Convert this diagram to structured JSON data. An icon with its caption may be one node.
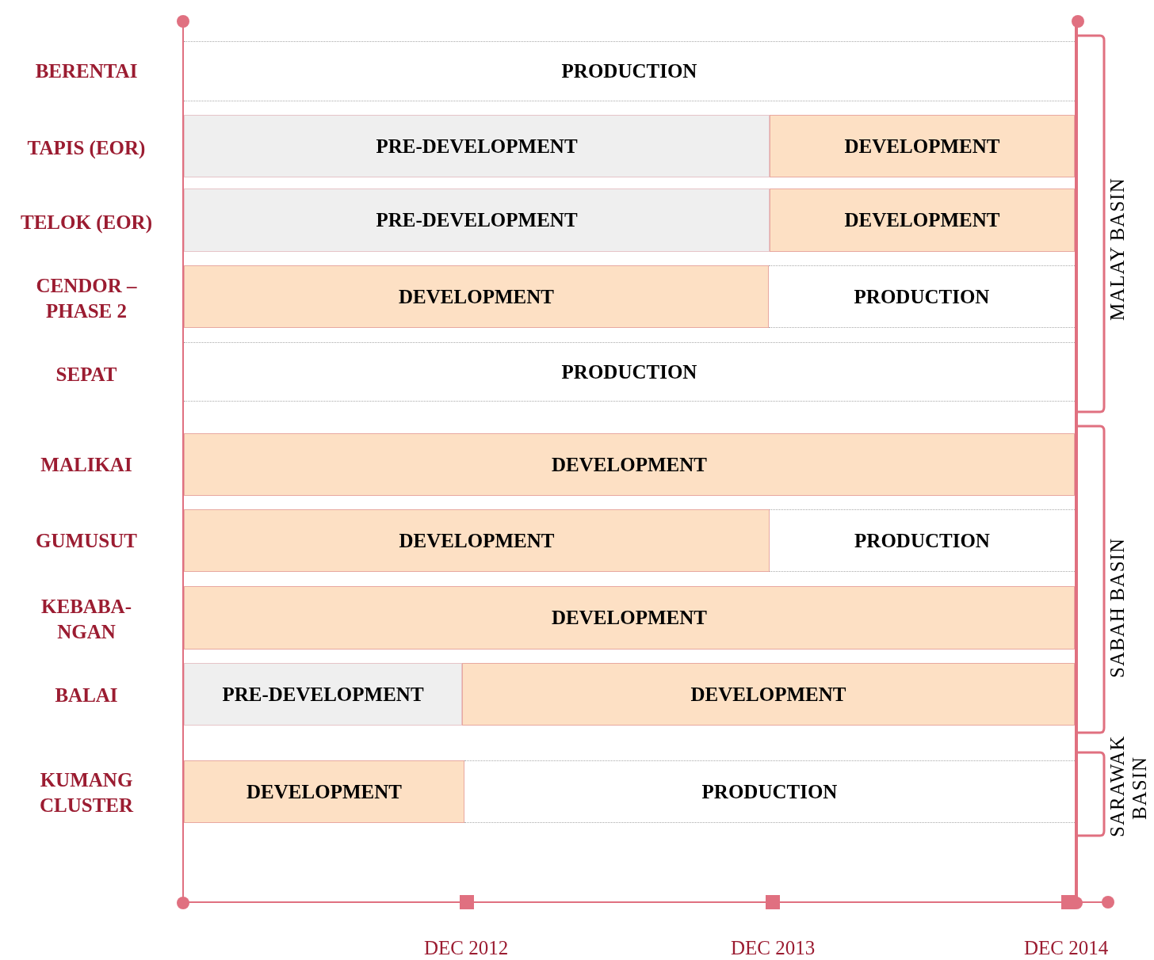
{
  "diagram": {
    "nodes": [
      {
        "text": [
          "PRODUCTION"
        ]
      },
      {
        "text": [
          "PRE-DEVELOPMENT"
        ]
      },
      {
        "text": [
          "DEVELOPMENT"
        ]
      },
      {
        "text": [
          "PRE-DEVELOPMENT"
        ]
      },
      {
        "text": [
          "DEVELOPMENT"
        ]
      },
      {
        "text": [
          "DEVELOPMENT"
        ]
      },
      {
        "text": [
          "PRODUCTION"
        ]
      },
      {
        "text": [
          "PRODUCTION"
        ]
      },
      {
        "text": [
          "DEVELOPMENT"
        ]
      },
      {
        "text": [
          "DEVELOPMENT"
        ]
      },
      {
        "text": [
          "PRODUCTION"
        ]
      },
      {
        "text": [
          "DEVELOPMENT"
        ]
      },
      {
        "text": [
          "PRE-DEVELOPMENT"
        ]
      },
      {
        "text": [
          "DEVELOPMENT"
        ]
      },
      {
        "text": [
          "DEVELOPMENT"
        ]
      },
      {
        "text": [
          "PRODUCTION"
        ]
      }
    ],
    "labels": [
      "BERENTAI",
      "TAPIS (EOR)",
      "TELOK (EOR)",
      "CENDOR – PHASE 2",
      "SEPAT",
      "MALIKAI",
      "GUMUSUT",
      "KEBABA-NGAN",
      "BALAI",
      "KUMANG CLUSTER",
      "MALAY BASIN",
      "SABAH BASIN",
      "SARAWAK BASIN",
      "DEC 2012",
      "DEC 2013",
      "DEC 2014"
    ]
  }
}
